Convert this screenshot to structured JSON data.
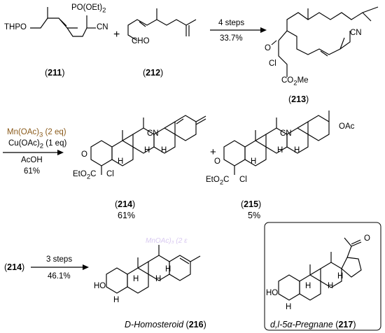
{
  "row1": {
    "c211_groups": {
      "thpo": "THPO",
      "phos": "PO(OEt)",
      "phos_sub": "2",
      "cn": "CN"
    },
    "plus": "+",
    "c212_groups": {
      "cho": "CHO"
    },
    "arrow_top": "4 steps",
    "arrow_bottom": "33.7%",
    "c213_groups": {
      "o": "O",
      "cl": "Cl",
      "ester": "CO",
      "ester_sub": "2",
      "ester_tail": "Me",
      "cn": "CN"
    },
    "labels": {
      "c211": "211",
      "c212": "212",
      "c213": "213"
    }
  },
  "row2": {
    "reagent1": "Mn(OAc)",
    "reagent1_sub": "3",
    "reagent1_tail": " (2 eq)",
    "reagent2": "Cu(OAc)",
    "reagent2_sub": "2",
    "reagent2_tail": " (1 eq)",
    "solvent": "AcOH",
    "yield": "61%",
    "plus": "+",
    "c214_groups": {
      "o": "O",
      "ester": "EtO",
      "ester_sub": "2",
      "ester_tail": "C",
      "cl": "Cl",
      "cn": "CN",
      "h": "H"
    },
    "c215_groups": {
      "o": "O",
      "ester": "EtO",
      "ester_sub": "2",
      "ester_tail": "C",
      "cl": "Cl",
      "cn": "CN",
      "h": "H",
      "oac": "OAc"
    },
    "labels": {
      "c214": "214",
      "c214_yield": "61%",
      "c215": "215",
      "c215_yield": "5%"
    }
  },
  "row3": {
    "start_label": "214",
    "arrow_top": "3 steps",
    "arrow_bottom": "46.1%",
    "watermark": "MnOAc)₃ (2 ε",
    "c216_groups": {
      "ho": "HO",
      "h": "H"
    },
    "c216_name": "D-Homosteroid",
    "c216_label": "216",
    "c217_groups": {
      "ho": "HO",
      "h": "H",
      "o": "O"
    },
    "c217_name": "d,l-5α-Pregnane",
    "c217_label": "217"
  }
}
